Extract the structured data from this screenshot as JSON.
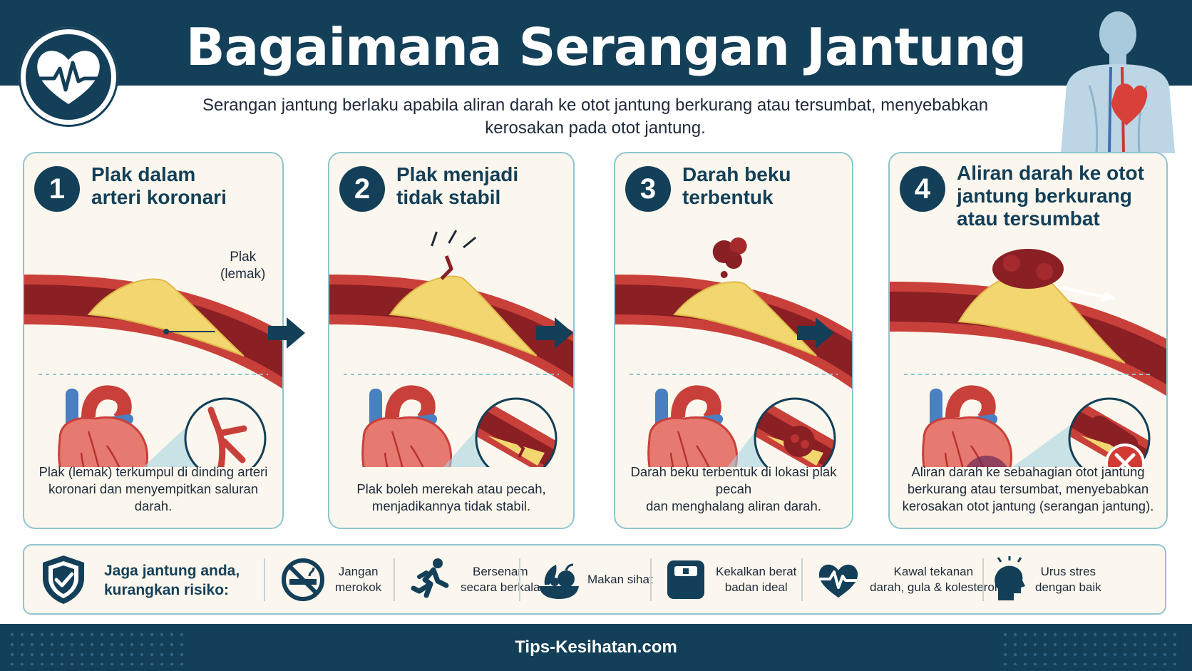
{
  "header": {
    "title": "Bagaimana Serangan Jantung Berlaku?",
    "subtitle": "Serangan jantung berlaku apabila aliran darah ke otot jantung berkurang atau tersumbat, menyebabkan kerosakan pada otot jantung."
  },
  "steps": [
    {
      "number": "1",
      "title_lines": [
        "Plak dalam",
        "arteri koronari"
      ],
      "plaque_label_lines": [
        "Plak",
        "(lemak)"
      ],
      "description_lines": [
        "Plak (lemak) terkumpul di dinding arteri",
        "koronari dan menyempitkan saluran darah."
      ]
    },
    {
      "number": "2",
      "title_lines": [
        "Plak menjadi",
        "tidak stabil"
      ],
      "description_lines": [
        "Plak boleh merekah atau pecah,",
        "menjadikannya tidak stabil."
      ]
    },
    {
      "number": "3",
      "title_lines": [
        "Darah beku",
        "terbentuk"
      ],
      "description_lines": [
        "Darah beku terbentuk di lokasi plak pecah",
        "dan menghalang aliran darah."
      ]
    },
    {
      "number": "4",
      "title_lines": [
        "Aliran darah ke otot",
        "jantung berkurang",
        "atau tersumbat"
      ],
      "description_lines": [
        "Aliran darah ke sebahagian otot jantung",
        "berkurang atau tersumbat, menyebabkan",
        "kerosakan otot jantung (serangan jantung)."
      ]
    }
  ],
  "tips": {
    "heading_lines": [
      "Jaga jantung anda,",
      "kurangkan risiko:"
    ],
    "items": [
      {
        "icon": "no-smoking-icon",
        "lines": [
          "Jangan",
          "merokok"
        ]
      },
      {
        "icon": "running-icon",
        "lines": [
          "Bersenam",
          "secara berkala"
        ]
      },
      {
        "icon": "healthy-food-icon",
        "lines": [
          "Makan sihat"
        ]
      },
      {
        "icon": "weighing-scale-icon",
        "lines": [
          "Kekalkan berat",
          "badan ideal"
        ]
      },
      {
        "icon": "heart-pulse-icon",
        "lines": [
          "Kawal tekanan",
          "darah, gula & kolesterol"
        ]
      },
      {
        "icon": "stressed-head-icon",
        "lines": [
          "Urus stres",
          "dengan baik"
        ]
      }
    ]
  },
  "footer": {
    "site": "Tips-Kesihatan.com"
  },
  "colors": {
    "navy": "#133f58",
    "artery": "#b8312f",
    "plaque": "#f2d670",
    "card_border": "#8fc5cf",
    "card_bg": "#fbf7ee"
  }
}
